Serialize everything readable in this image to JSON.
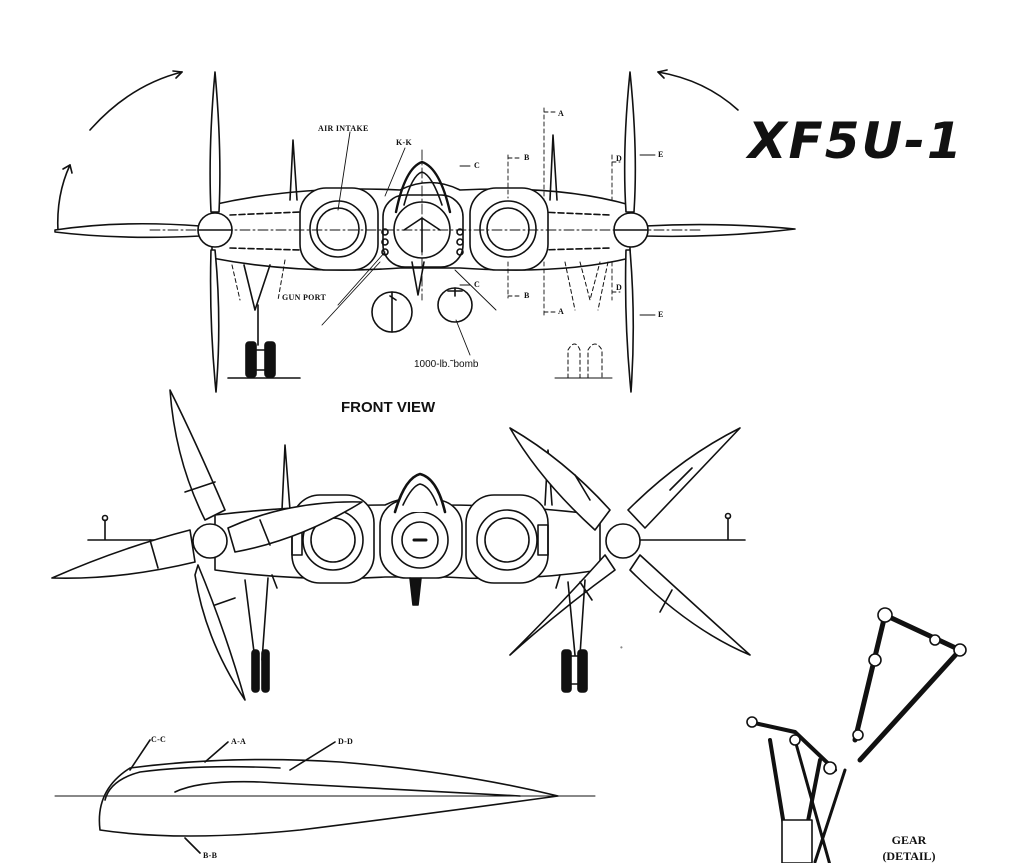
{
  "title": "XF5U-1",
  "view_label": "FRONT VIEW",
  "callouts": {
    "air_intake": "AIR INTAKE",
    "k_k": "K-K",
    "gun_port": "GUN PORT",
    "bomb": "1000-lb.˜bomb"
  },
  "section_markers": {
    "a": "A",
    "b": "B",
    "c": "C",
    "d": "D",
    "e": "E"
  },
  "airfoil_sections": [
    "C-C",
    "A-A",
    "D-D",
    "B-B"
  ],
  "gear_label": [
    "GEAR",
    "(DETAIL)"
  ]
}
